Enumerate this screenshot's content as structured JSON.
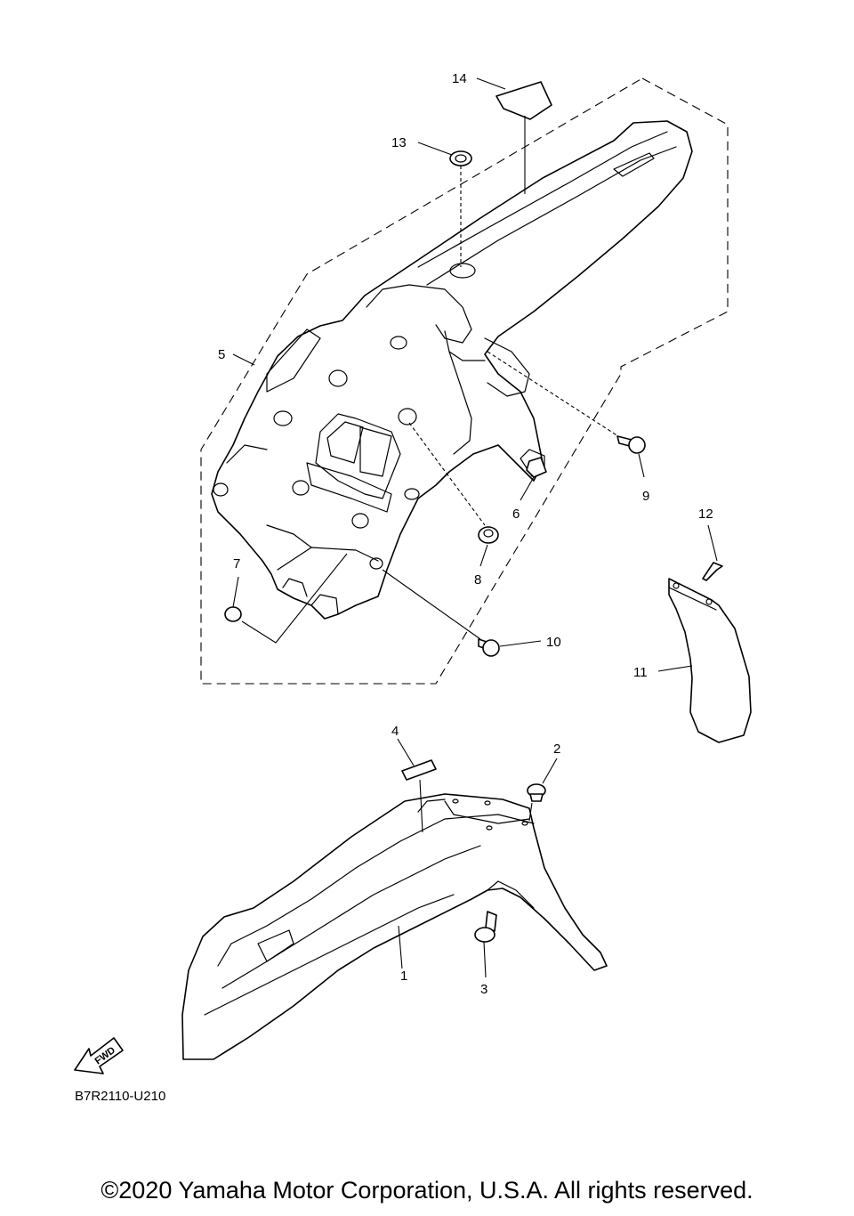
{
  "callouts": {
    "c1": "1",
    "c2": "2",
    "c3": "3",
    "c4": "4",
    "c5": "5",
    "c6": "6",
    "c7": "7",
    "c8": "8",
    "c9": "9",
    "c10": "10",
    "c11": "11",
    "c12": "12",
    "c13": "13",
    "c14": "14"
  },
  "fwd_label": "FWD",
  "diagram_code": "B7R2110-U210",
  "copyright": "©2020 Yamaha Motor Corporation, U.S.A. All rights reserved."
}
